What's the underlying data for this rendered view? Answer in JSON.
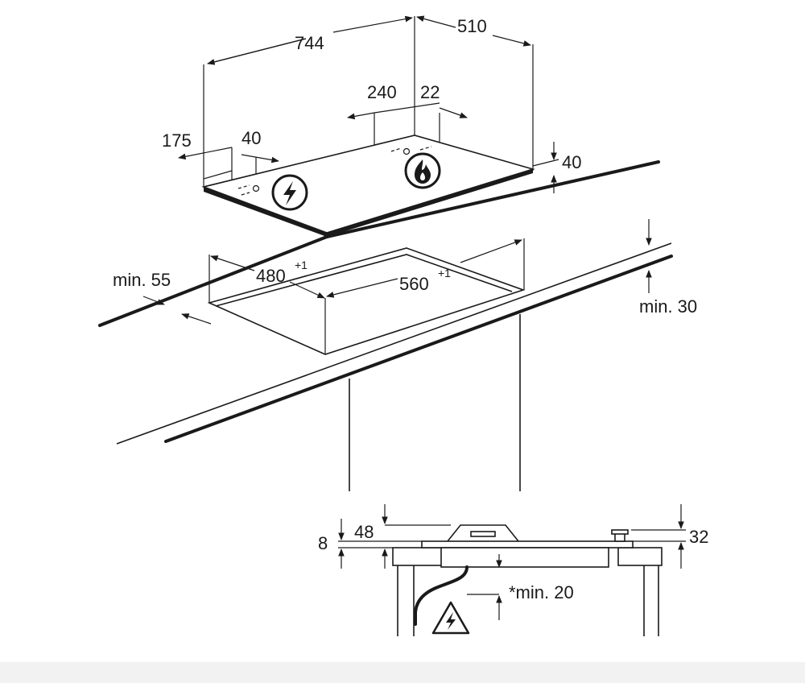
{
  "dimensions": {
    "hob_width": "744",
    "hob_depth": "510",
    "rear_offset": "240",
    "rear_offset_small": "22",
    "left_offset": "175",
    "left_offset_small": "40",
    "hob_height": "40",
    "cutout_depth": "480",
    "cutout_depth_tol": "+1",
    "cutout_width": "560",
    "cutout_width_tol": "+1",
    "min_front": "min. 55",
    "min_worktop": "min. 30",
    "side_8": "8",
    "side_48": "48",
    "side_32": "32",
    "min_clearance": "*min. 20"
  },
  "icons": [
    "electric-connection-icon",
    "gas-connection-icon",
    "electric-warning-icon"
  ]
}
